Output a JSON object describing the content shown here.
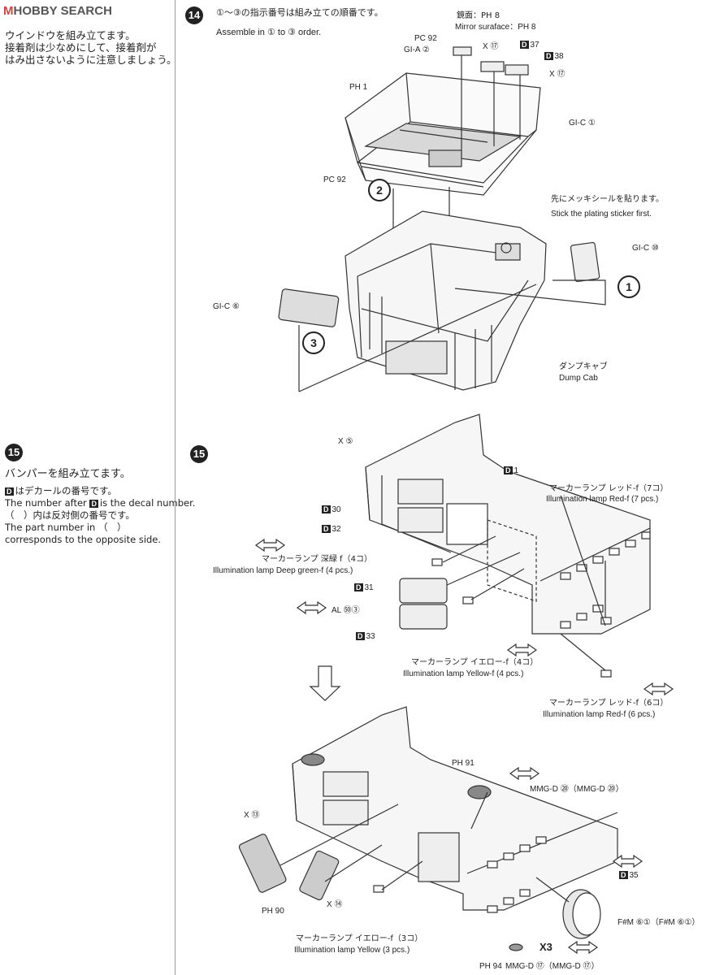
{
  "watermark": "HOBBY SEARCH",
  "side14": {
    "jp1": "ウインドウを組み立てます。",
    "jp2": "接着剤は少なめにして、接着剤が",
    "jp3": "はみ出さないように注意しましょう。"
  },
  "side15": {
    "num": "15",
    "title": "バンパーを組み立てます。",
    "l1": "はデカールの番号です。",
    "l2": "The number after",
    "l2b": "is the decal number.",
    "l3": "（　）内は反対側の番号です。",
    "l4": "The part number in （　）",
    "l5": "corresponds to the opposite side."
  },
  "step14": {
    "num": "14",
    "jp": "①～③の指示番号は組み立ての順番です。",
    "en": "Assemble in ① to ③ order.",
    "mirror_jp": "鏡面：PH 8",
    "mirror_en": "Mirror suraface：PH 8",
    "labels": {
      "pc92_a": "PC 92",
      "gia2": "GI-A ②",
      "x17_a": "X ⑰",
      "d37": "37",
      "d38": "38",
      "x17_b": "X ⑰",
      "ph1": "PH 1",
      "gic1": "GI-C ①",
      "pc92_b": "PC 92",
      "plating_jp": "先にメッキシールを貼ります。",
      "plating_en": "Stick the plating sticker first.",
      "gic10": "GI-C ⑩",
      "gic6": "GI-C ⑥",
      "cab_jp": "ダンプキャブ",
      "cab_en": "Dump Cab",
      "n1": "1",
      "n2": "2",
      "n3": "3"
    }
  },
  "step15": {
    "num": "15",
    "labels": {
      "x5": "X ⑤",
      "d1": "1",
      "d30": "30",
      "d32": "32",
      "red7_jp": "マーカーランプ レッド-f（7コ）",
      "red7_en": "Illumination lamp Red-f (7 pcs.)",
      "green_jp": "マーカーランプ 深緑 f（4コ）",
      "green_en": "Illumination lamp Deep green-f (4 pcs.)",
      "d31": "31",
      "al53": "AL ㊿③",
      "d33": "33",
      "yel4_jp": "マーカーランプ イエロー-f（4コ）",
      "yel4_en": "Illumination lamp Yellow-f (4 pcs.)",
      "red6_jp": "マーカーランプ レッド-f（6コ）",
      "red6_en": "Illumination lamp Red-f (6 pcs.)",
      "ph91": "PH 91",
      "mmg20": "MMG-D ⑳（MMG-D ⑳）",
      "x13": "X ⑬",
      "d35": "35",
      "ph90": "PH 90",
      "x14": "X ⑭",
      "fm61": "F#M ⑥①（F#M ⑥①）",
      "yel3_jp": "マーカーランプ イエロー-f（3コ）",
      "yel3_en": "Illumination lamp Yellow (3 pcs.)",
      "ph94": "PH 94",
      "mmg17": "MMG-D ⑰（MMG-D ⑰）",
      "x3": "X3"
    }
  }
}
